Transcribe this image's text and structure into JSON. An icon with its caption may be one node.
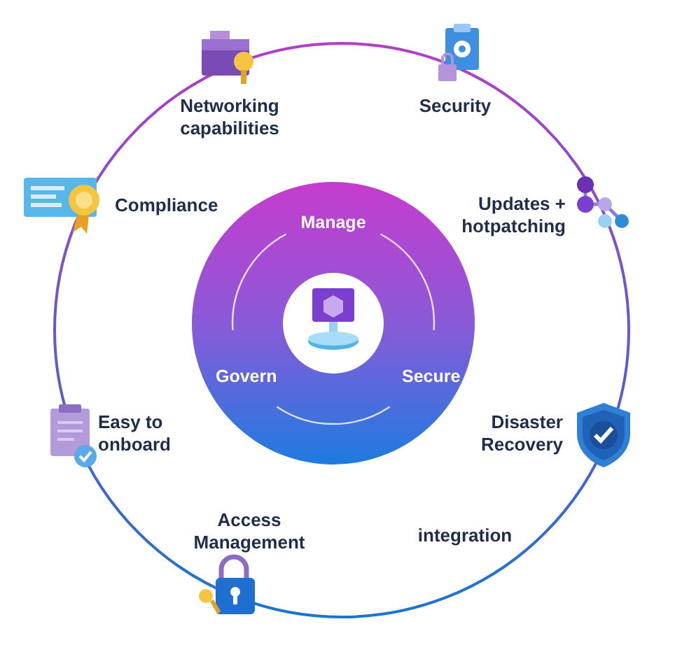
{
  "diagram": {
    "nodes": [
      {
        "text": [
          "Networking capabilities"
        ]
      },
      {
        "text": [
          "Security"
        ]
      },
      {
        "text": [
          "Compliance"
        ]
      },
      {
        "text": [
          "Updates + hotpatching"
        ]
      },
      {
        "text": [
          "Manage",
          "Govern",
          "Secure"
        ]
      },
      {
        "text": [
          "Easy to onboard"
        ]
      },
      {
        "text": [
          "Disaster Recovery"
        ]
      },
      {
        "text": [
          "Access Management"
        ]
      },
      {
        "text": [
          "integration"
        ]
      }
    ]
  }
}
